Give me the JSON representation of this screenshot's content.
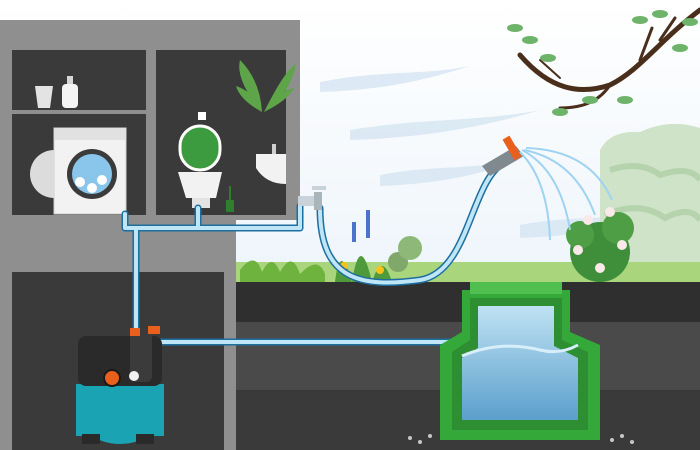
{
  "diagram": {
    "scene": "rainwater-harvesting-system",
    "components": [
      {
        "id": "washing-machine",
        "icon": "washing-machine-icon"
      },
      {
        "id": "toilet",
        "icon": "toilet-icon"
      },
      {
        "id": "sink",
        "icon": "sink-icon"
      },
      {
        "id": "house-pump",
        "icon": "pump-icon"
      },
      {
        "id": "outdoor-tap",
        "icon": "tap-icon"
      },
      {
        "id": "garden-hose",
        "icon": "hose-icon"
      },
      {
        "id": "spray-nozzle",
        "icon": "nozzle-icon"
      },
      {
        "id": "rainwater-tank",
        "icon": "tank-icon"
      }
    ],
    "connections": [
      [
        "rainwater-tank",
        "house-pump"
      ],
      [
        "house-pump",
        "washing-machine"
      ],
      [
        "house-pump",
        "toilet"
      ],
      [
        "house-pump",
        "outdoor-tap"
      ],
      [
        "outdoor-tap",
        "garden-hose"
      ],
      [
        "garden-hose",
        "spray-nozzle"
      ]
    ]
  },
  "colors": {
    "house_wall": "#8f8f8f",
    "room_dark": "#3a3a3a",
    "ground_dark": "#2f2f2f",
    "ground_mid": "#4a4a4a",
    "pipe_blue": "#bfe6f7",
    "pipe_outline": "#1e6f9e",
    "water": "#7ab8dc",
    "tank_green": "#35a83a",
    "pump_teal": "#1aa3b3",
    "grass": "#7dc447",
    "hedge": "#cfe3c8",
    "sky": "#e9f2fa",
    "accent_orange": "#e8601c"
  }
}
